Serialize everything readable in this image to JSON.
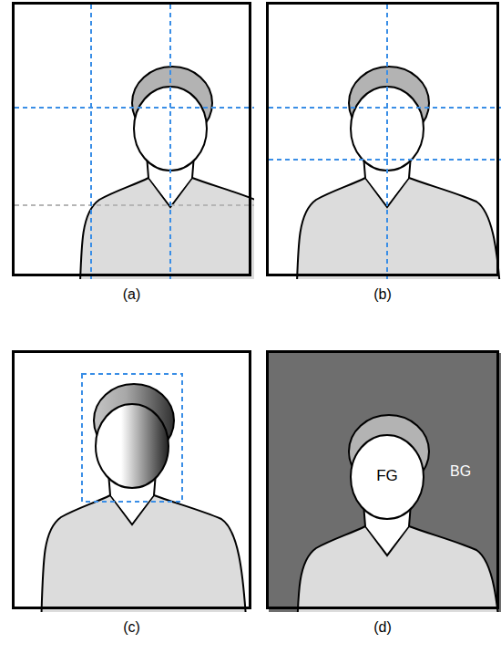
{
  "diagram": {
    "nodes": [
      {
        "text": [
          "(a)"
        ]
      },
      {
        "text": [
          "(b)"
        ]
      },
      {
        "text": [
          "(c)"
        ]
      },
      {
        "text": [
          "BG",
          "(d)"
        ]
      },
      {
        "text": [
          "FG"
        ],
        "in": 3
      }
    ]
  }
}
